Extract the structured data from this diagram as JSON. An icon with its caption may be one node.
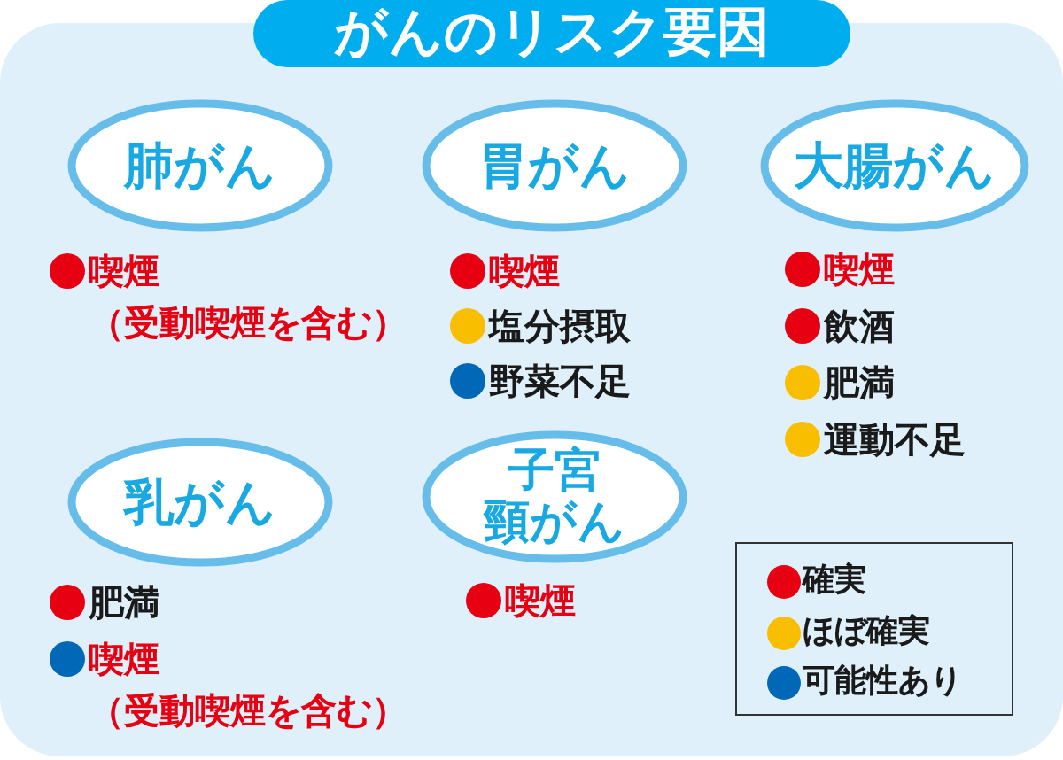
{
  "diagram": {
    "title": "がんのリスク要因",
    "nodes": [
      {
        "text": [
          "肺がん"
        ],
        "beside": [
          "喫煙（受動喫煙を含む）"
        ]
      },
      {
        "text": [
          "胃がん"
        ],
        "beside": [
          "喫煙",
          "塩分摂取",
          "野菜不足"
        ]
      },
      {
        "text": [
          "大腸がん"
        ],
        "beside": [
          "喫煙",
          "飲酒",
          "肥満",
          "運動不足"
        ]
      },
      {
        "text": [
          "乳がん"
        ],
        "beside": [
          "肥満",
          "喫煙（受動喫煙を含む）"
        ]
      },
      {
        "text": [
          "子宮頸がん"
        ],
        "beside": [
          "喫煙"
        ]
      }
    ],
    "legend": [
      {
        "text": "確実",
        "color": "#e60012"
      },
      {
        "text": "ほぼ確実",
        "color": "#f9be00"
      },
      {
        "text": "可能性あり",
        "color": "#0068b7"
      }
    ]
  }
}
